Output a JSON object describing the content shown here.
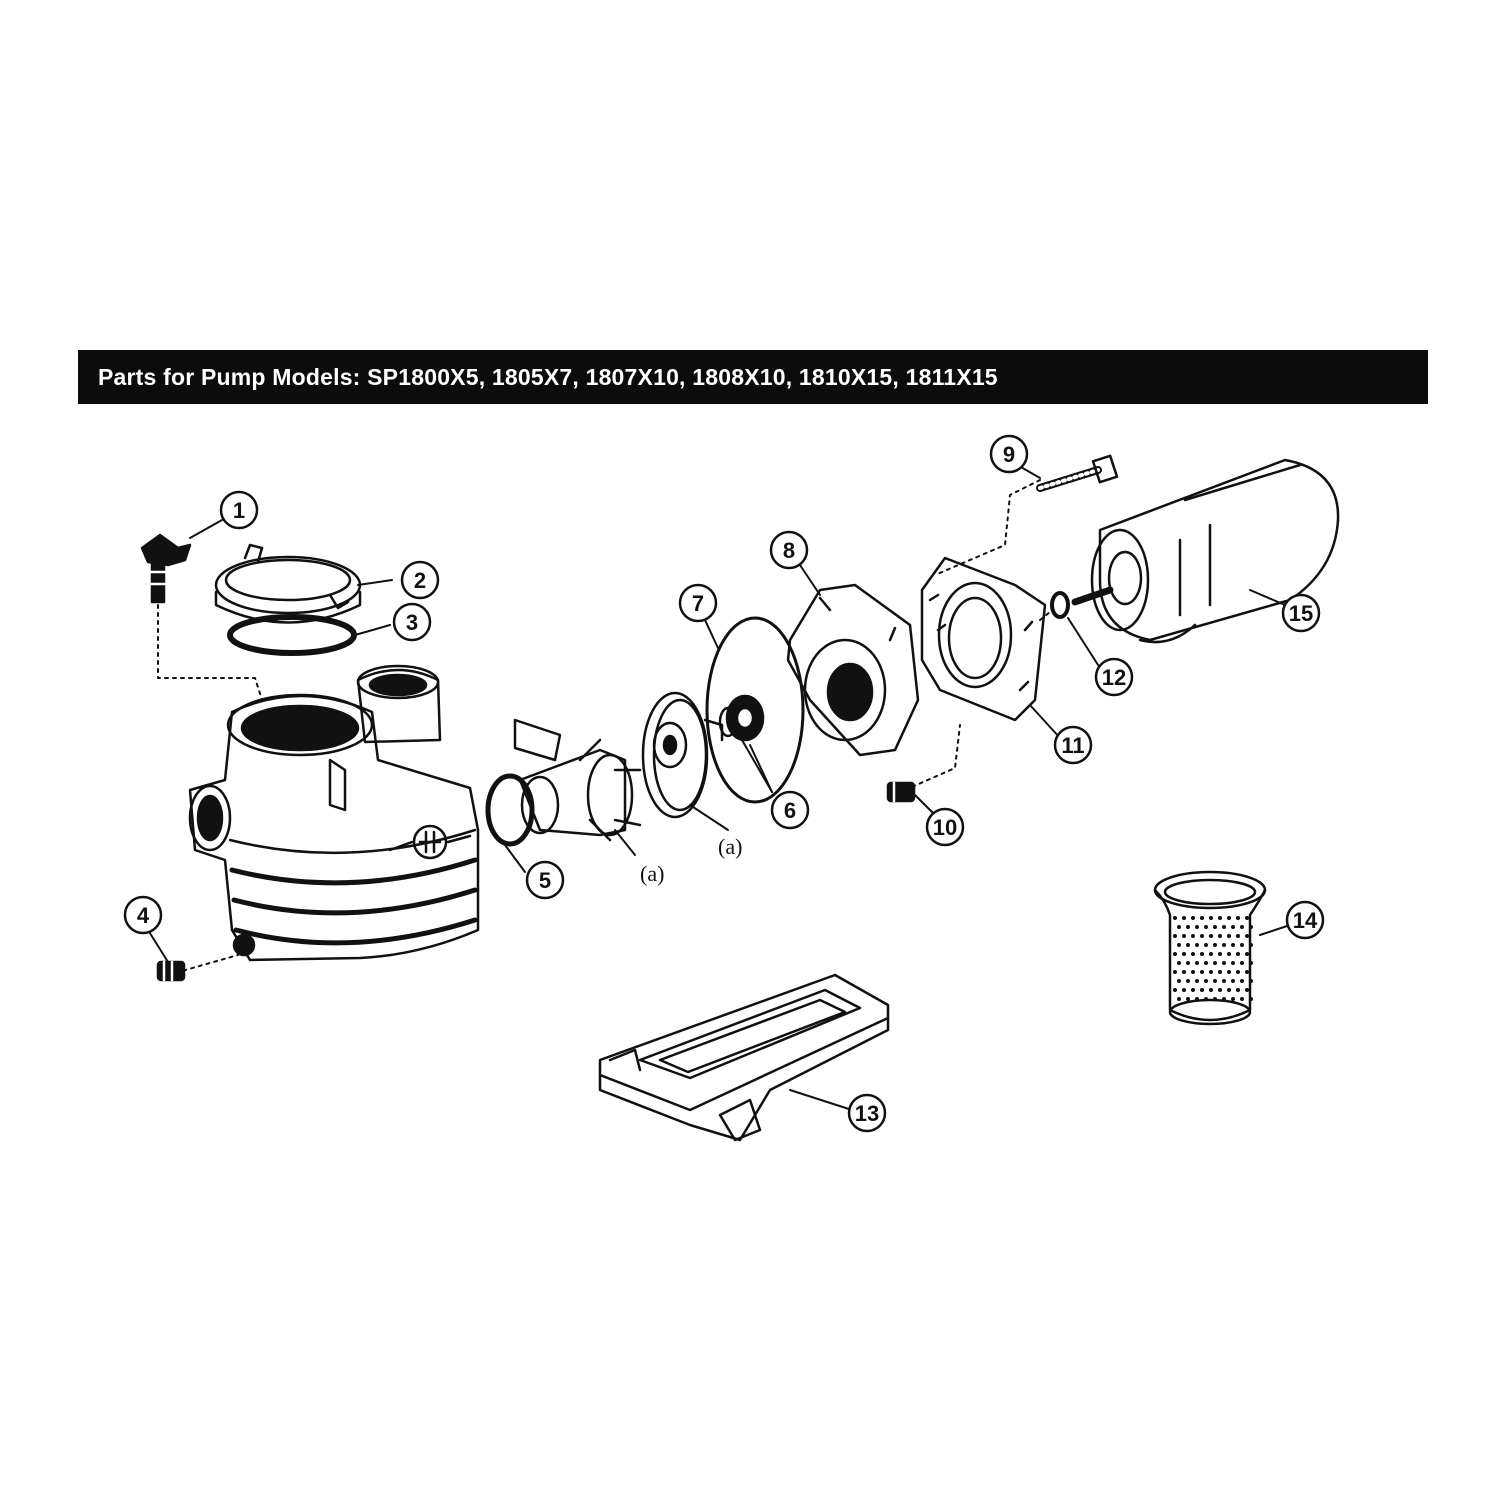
{
  "header": {
    "title": "Parts for Pump Models: SP1800X5, 1805X7, 1807X10, 1808X10, 1810X15, 1811X15"
  },
  "callouts": [
    "1",
    "2",
    "3",
    "4",
    "5",
    "6",
    "7",
    "8",
    "9",
    "10",
    "11",
    "12",
    "13",
    "14",
    "15"
  ],
  "sub_labels": [
    "(a)",
    "(a)"
  ],
  "colors": {
    "banner": "#0c0c0c",
    "ink": "#111111",
    "background": "#ffffff"
  }
}
